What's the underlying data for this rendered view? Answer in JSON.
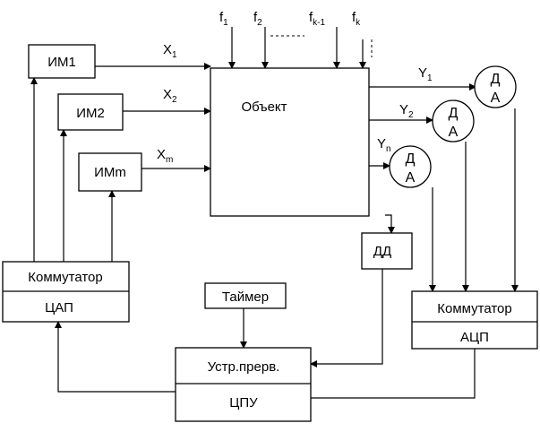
{
  "blocks": {
    "im1": "ИМ1",
    "im2": "ИМ2",
    "imm": "ИМm",
    "object": "Объект",
    "commutator_dac": "Коммутатор",
    "dac": "ЦАП",
    "timer": "Таймер",
    "interrupt_device": "Устр.прерв.",
    "cpu": "ЦПУ",
    "dd": "ДД",
    "commutator_adc": "Коммутатор",
    "adc": "АЦП"
  },
  "sensor": {
    "line1": "Д",
    "line2": "А"
  },
  "signals": {
    "x1": {
      "base": "X",
      "sub": "1"
    },
    "x2": {
      "base": "X",
      "sub": "2"
    },
    "xm": {
      "base": "X",
      "sub": "m"
    },
    "y1": {
      "base": "Y",
      "sub": "1"
    },
    "y2": {
      "base": "Y",
      "sub": "2"
    },
    "yn": {
      "base": "Y",
      "sub": "n"
    },
    "f1": {
      "base": "f",
      "sub": "1"
    },
    "f2": {
      "base": "f",
      "sub": "2"
    },
    "fk1": {
      "base": "f",
      "sub": "k-1"
    },
    "fk": {
      "base": "f",
      "sub": "k"
    }
  }
}
